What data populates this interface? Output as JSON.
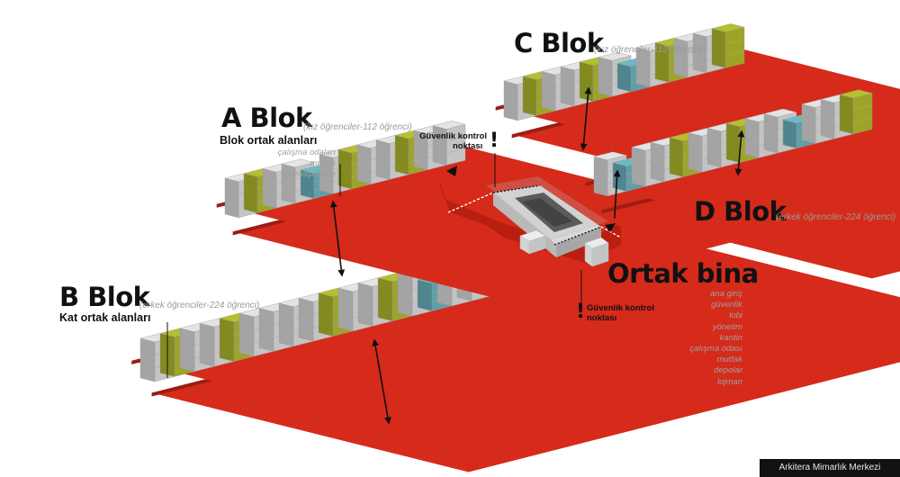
{
  "blocks": {
    "a": {
      "name": "A Blok",
      "note": "(kız öğrenciler-112 öğrenci)"
    },
    "b": {
      "name": "B Blok",
      "note": "(erkek öğrenciler-224 öğrenci)"
    },
    "c": {
      "name": "C Blok",
      "note": "(kız öğrenciler-112 öğrenci)"
    },
    "d": {
      "name": "D Blok",
      "note": "(erkek öğrenciler-224 öğrenci)"
    },
    "ortak": {
      "name": "Ortak bina"
    }
  },
  "a_common": {
    "heading": "Blok ortak alanları",
    "items": [
      "çalışma odaları",
      "mutfak",
      "çamaşırhane"
    ]
  },
  "b_common": {
    "heading": "Kat ortak alanları"
  },
  "ortak_items": [
    "ana giriş",
    "güvenlik",
    "lobi",
    "yönetim",
    "kantin",
    "çalışma odası",
    "mutfak",
    "depolar",
    "lojman"
  ],
  "security": {
    "top": {
      "line1": "Güvenlik kontrol",
      "line2": "noktası"
    },
    "bottom": {
      "line1": "Güvenlik kontrol",
      "line2": "noktası"
    }
  },
  "footer": "Arkitera Mimarlık Merkezi",
  "colors": {
    "circulation": "#d62a1a",
    "room": "#e4e4e4",
    "common": "#b6bf2c",
    "stair": "#6cb9c6",
    "text": "#111111",
    "muted": "#9a9a9a"
  }
}
